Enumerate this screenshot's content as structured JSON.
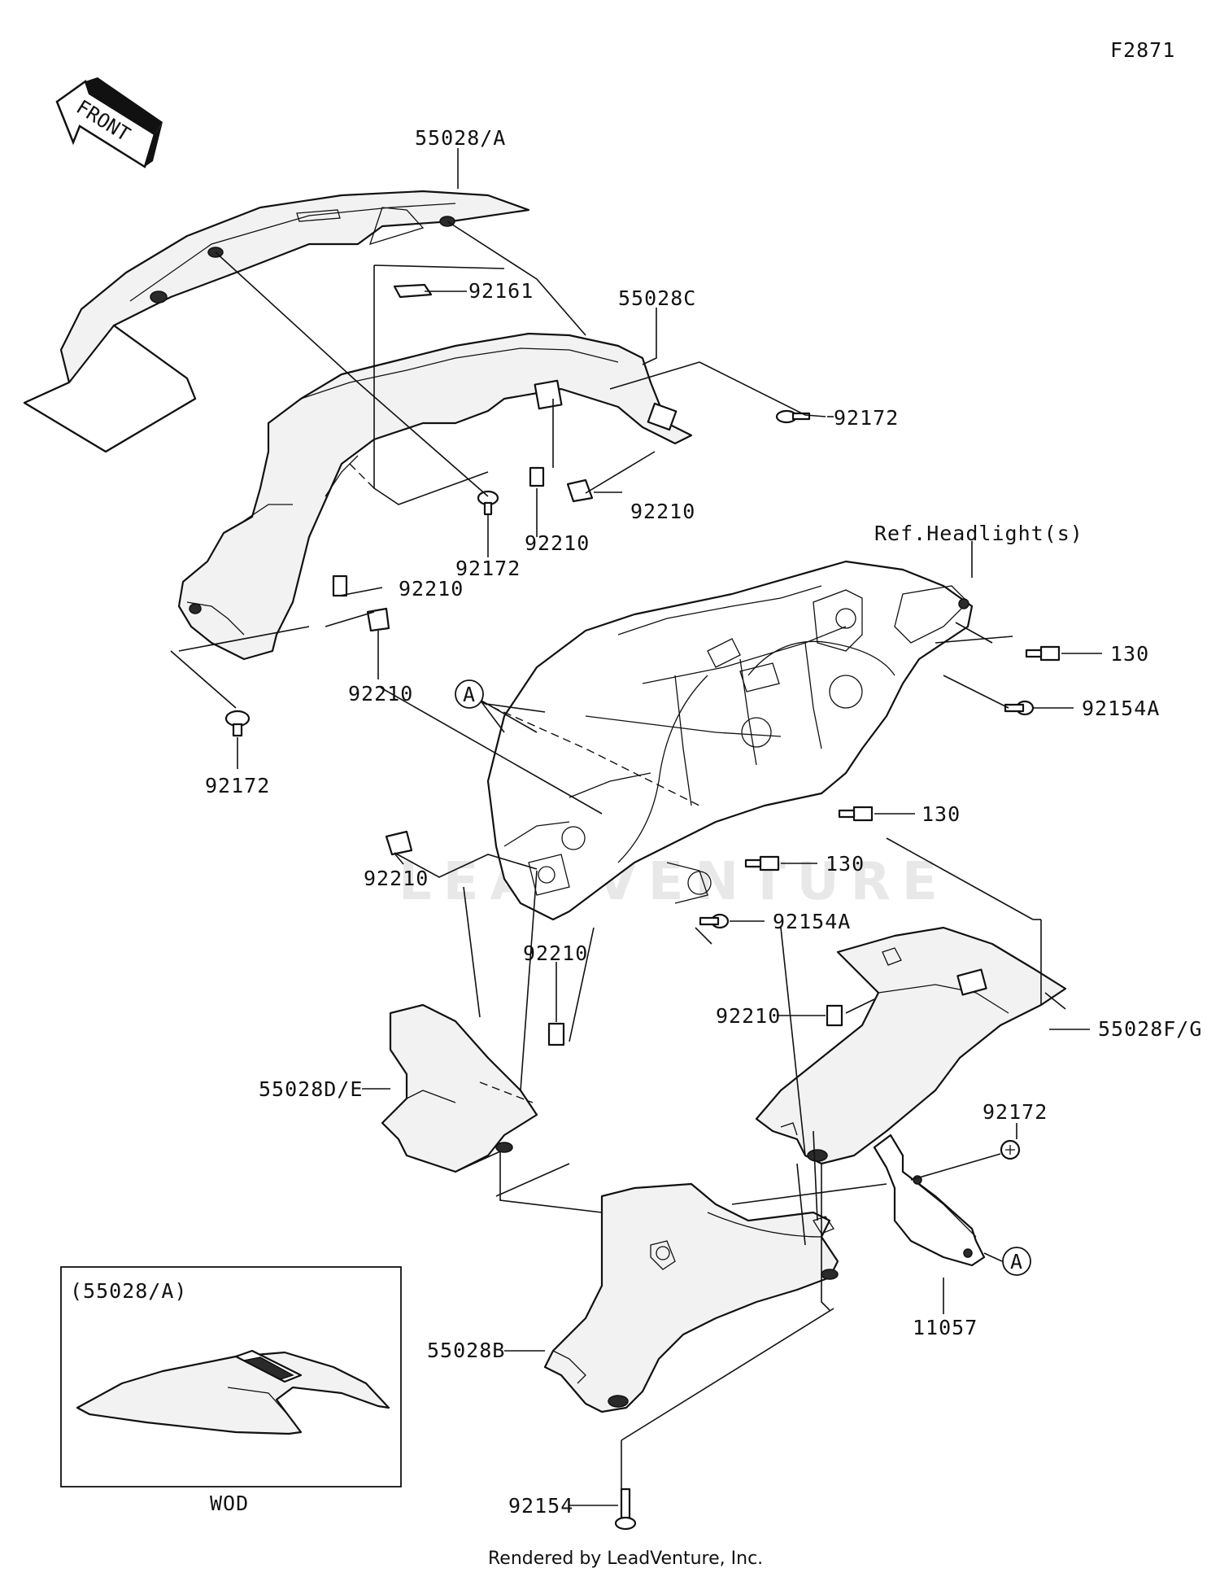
{
  "diagram_code": "F2871",
  "front_arrow_text": "FRONT",
  "watermark": "LEADVENTURE",
  "footer": "Rendered by LeadVenture, Inc.",
  "inset": {
    "title": "(55028/A)",
    "caption": "WOD"
  },
  "callouts": {
    "a1": "A",
    "a2": "A"
  },
  "labels": {
    "p55028a": "55028/A",
    "p92161": "92161",
    "p55028c": "55028C",
    "p92172_top": "92172",
    "p92172_mid": "92172",
    "p92210_c1": "92210",
    "p92210_c2": "92210",
    "p92210_l1": "92210",
    "p92210_l2": "92210",
    "p92172_left": "92172",
    "ref_headlight": "Ref.Headlight(s)",
    "p130_a": "130",
    "p92154a_a": "92154A",
    "p130_b": "130",
    "p130_c": "130",
    "p92154a_b": "92154A",
    "p92210_lower_left": "92210",
    "p92210_bottom": "92210",
    "p92210_right": "92210",
    "p55028fg": "55028F/G",
    "p55028de": "55028D/E",
    "p92172_right": "92172",
    "p11057": "11057",
    "p55028b": "55028B",
    "p92154": "92154"
  }
}
